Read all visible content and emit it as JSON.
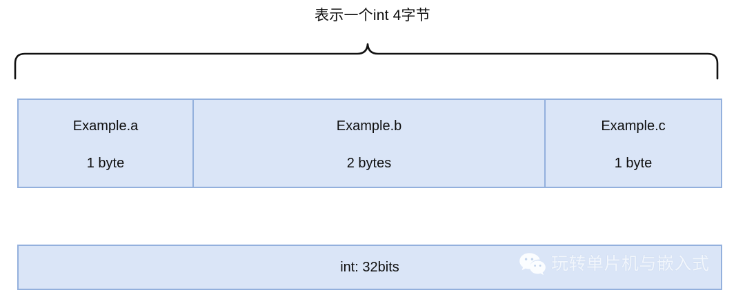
{
  "diagram": {
    "title": "表示一个int 4字节",
    "brace": {
      "name": "top-curly-brace",
      "stroke_color": "#111111"
    },
    "colors": {
      "box_fill": "#dae5f7",
      "box_border": "#93b0dd",
      "text": "#0d0d0d",
      "watermark_text": "#f2f6fc",
      "background": "#ffffff"
    },
    "fields": [
      {
        "name": "Example.a",
        "size": "1 byte"
      },
      {
        "name": "Example.b",
        "size": "2 bytes"
      },
      {
        "name": "Example.c",
        "size": "1 byte"
      }
    ],
    "int_bar": {
      "label": "int: 32bits"
    },
    "watermark": {
      "icon": "wechat-icon",
      "text": "玩转单片机与嵌入式"
    }
  }
}
